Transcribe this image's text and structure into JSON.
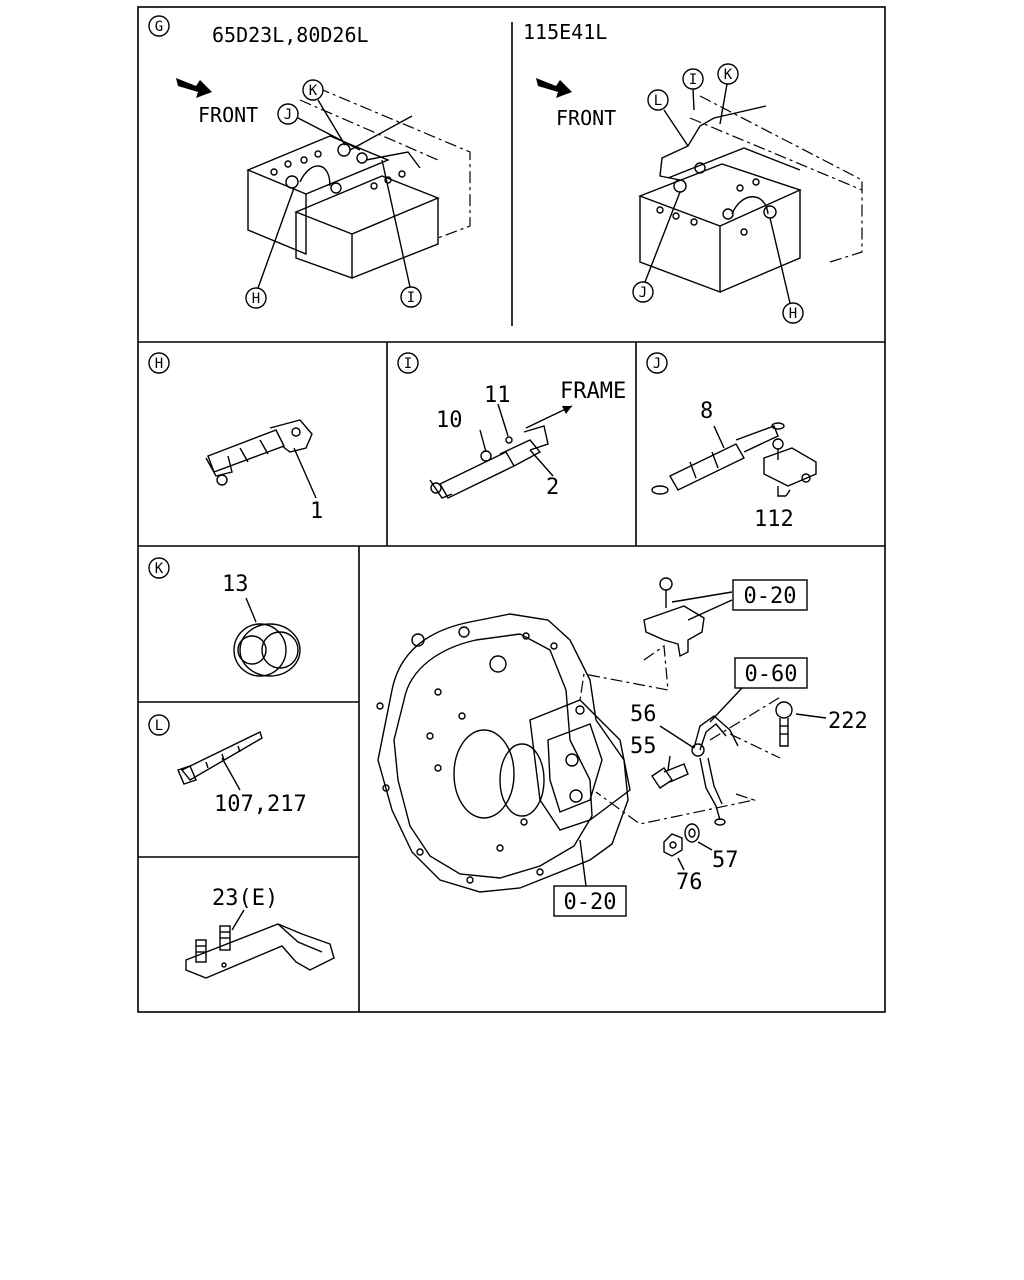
{
  "panel_g": {
    "callout": "G",
    "left_title": "65D23L,80D26L",
    "right_title": "115E41L",
    "front_left": "FRONT",
    "front_right": "FRONT",
    "left_callouts": [
      "K",
      "J",
      "H",
      "I"
    ],
    "right_callouts": [
      "L",
      "I",
      "K",
      "J",
      "H"
    ]
  },
  "panel_h": {
    "callout": "H",
    "part": "1"
  },
  "panel_i": {
    "callout": "I",
    "parts": [
      "10",
      "11",
      "2"
    ],
    "frame_label": "FRAME"
  },
  "panel_j": {
    "callout": "J",
    "parts": [
      "8",
      "112"
    ]
  },
  "panel_k": {
    "callout": "K",
    "part": "13"
  },
  "panel_l": {
    "callout": "L",
    "part": "107,217"
  },
  "panel_bracket": {
    "part": "23(E)"
  },
  "panel_main": {
    "boxes": [
      "0-20",
      "0-60",
      "0-20"
    ],
    "parts": [
      "222",
      "56",
      "55",
      "57",
      "76"
    ]
  }
}
